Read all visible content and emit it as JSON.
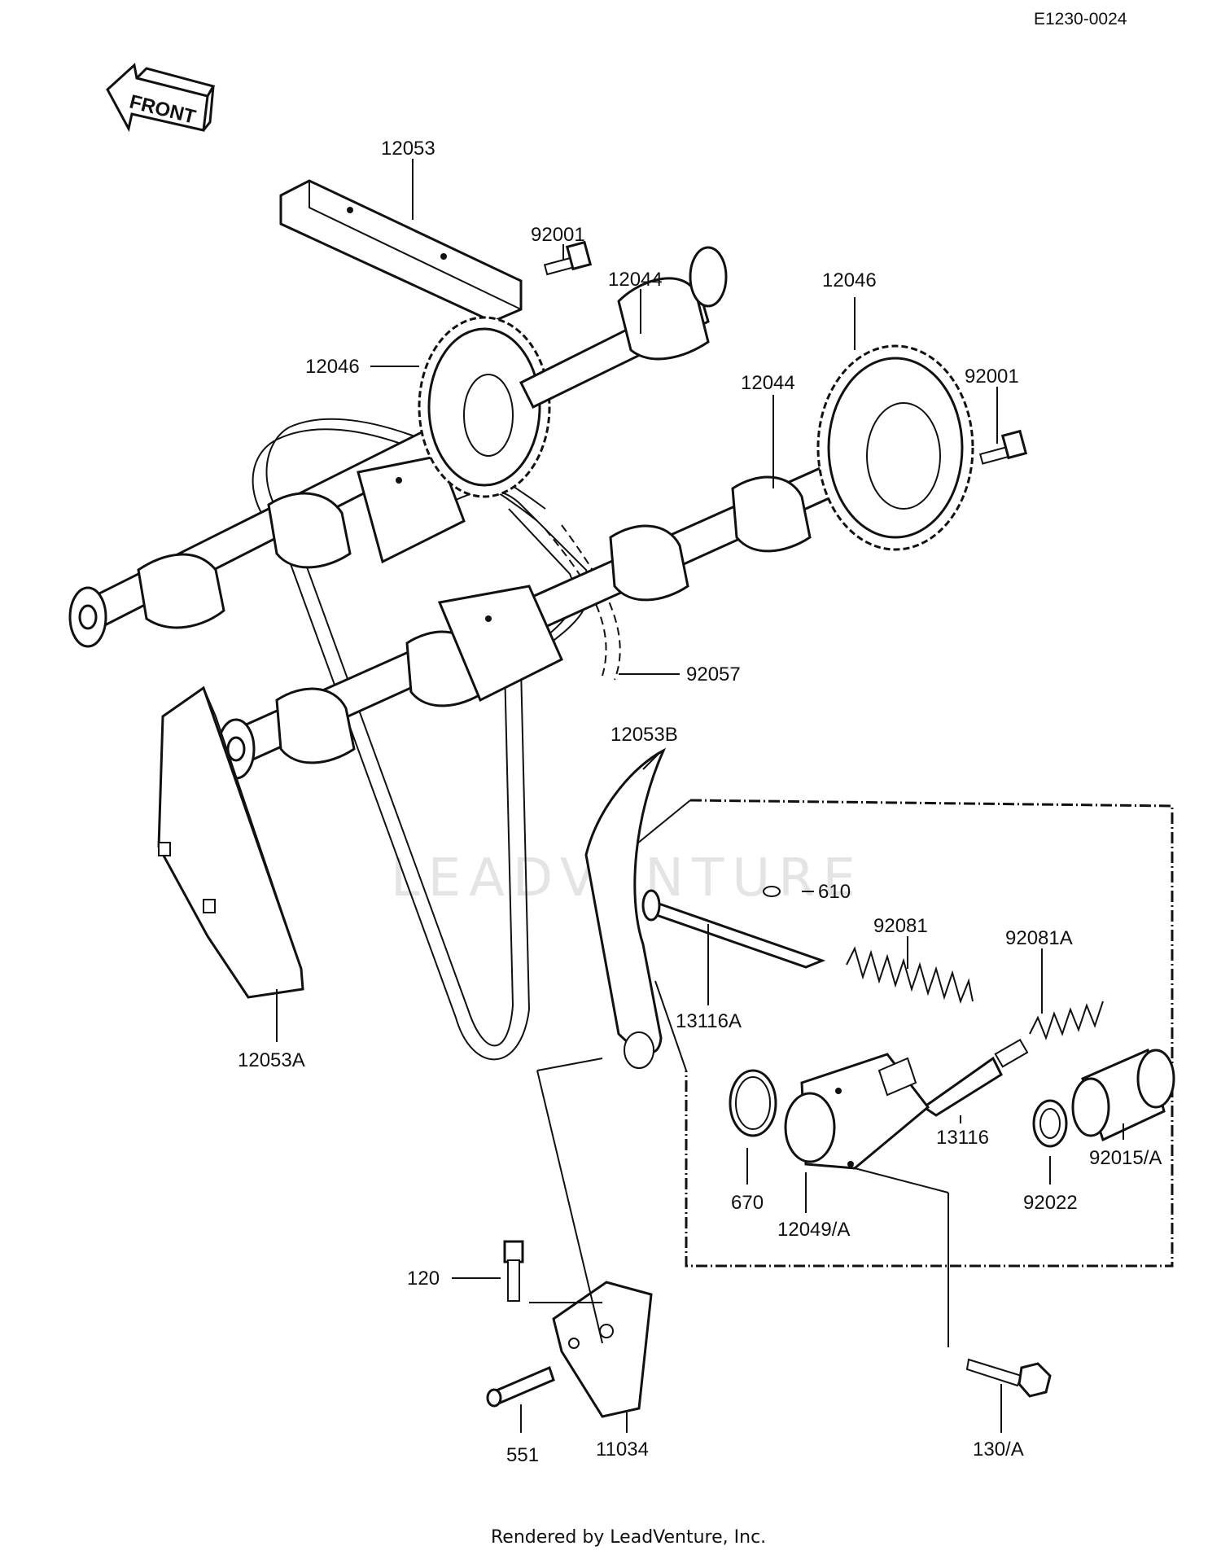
{
  "header": {
    "diagram_code": "E1230-0024"
  },
  "front_arrow": {
    "label": "FRONT"
  },
  "watermark": {
    "text": "LEADVENTURE"
  },
  "footer": {
    "rendered_by": "Rendered by LeadVenture, Inc."
  },
  "labels": {
    "p12053": "12053",
    "p92001_left": "92001",
    "p12044_left": "12044",
    "p12046_left": "12046",
    "p12046_right": "12046",
    "p92001_right": "92001",
    "p12044_right": "12044",
    "p92057": "92057",
    "p12053B": "12053B",
    "p610": "610",
    "p92081": "92081",
    "p92081A": "92081A",
    "p13116A": "13116A",
    "p12053A": "12053A",
    "p13116": "13116",
    "p670": "670",
    "p92022": "92022",
    "p92015A": "92015/A",
    "p12049A": "12049/A",
    "p120": "120",
    "p551": "551",
    "p11034": "11034",
    "p130A": "130/A"
  }
}
